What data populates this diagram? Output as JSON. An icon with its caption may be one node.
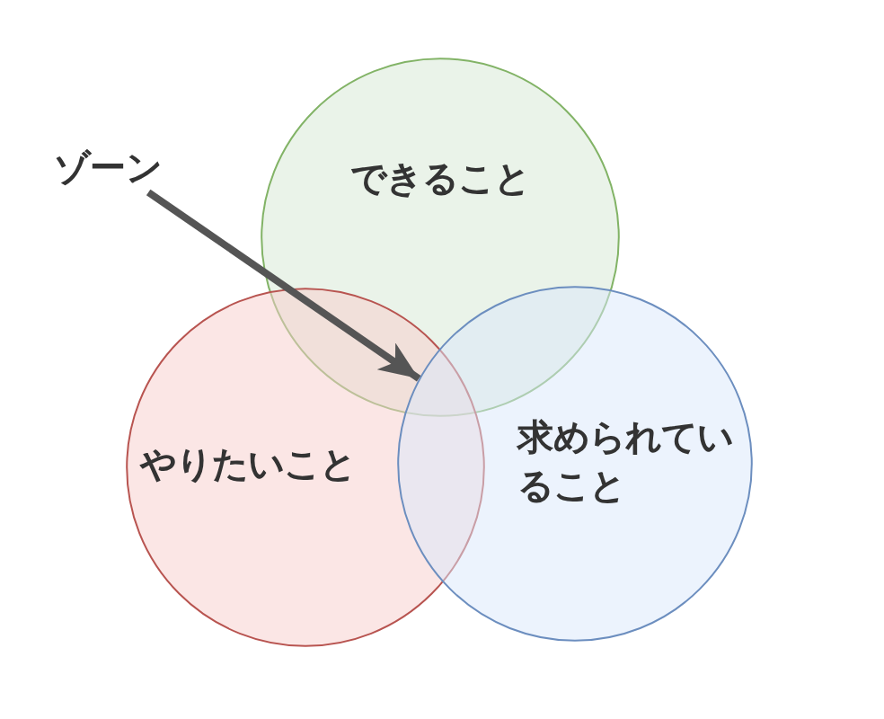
{
  "diagram": {
    "nodes": [
      {
        "text": [
          "ゾーン"
        ]
      },
      {
        "text": [
          "できること"
        ]
      },
      {
        "text": [
          "やりたいこと"
        ]
      },
      {
        "text": [
          "求められていること"
        ]
      }
    ],
    "edges": [
      {
        "from": 0,
        "to": 3,
        "arrow": "to"
      }
    ]
  }
}
